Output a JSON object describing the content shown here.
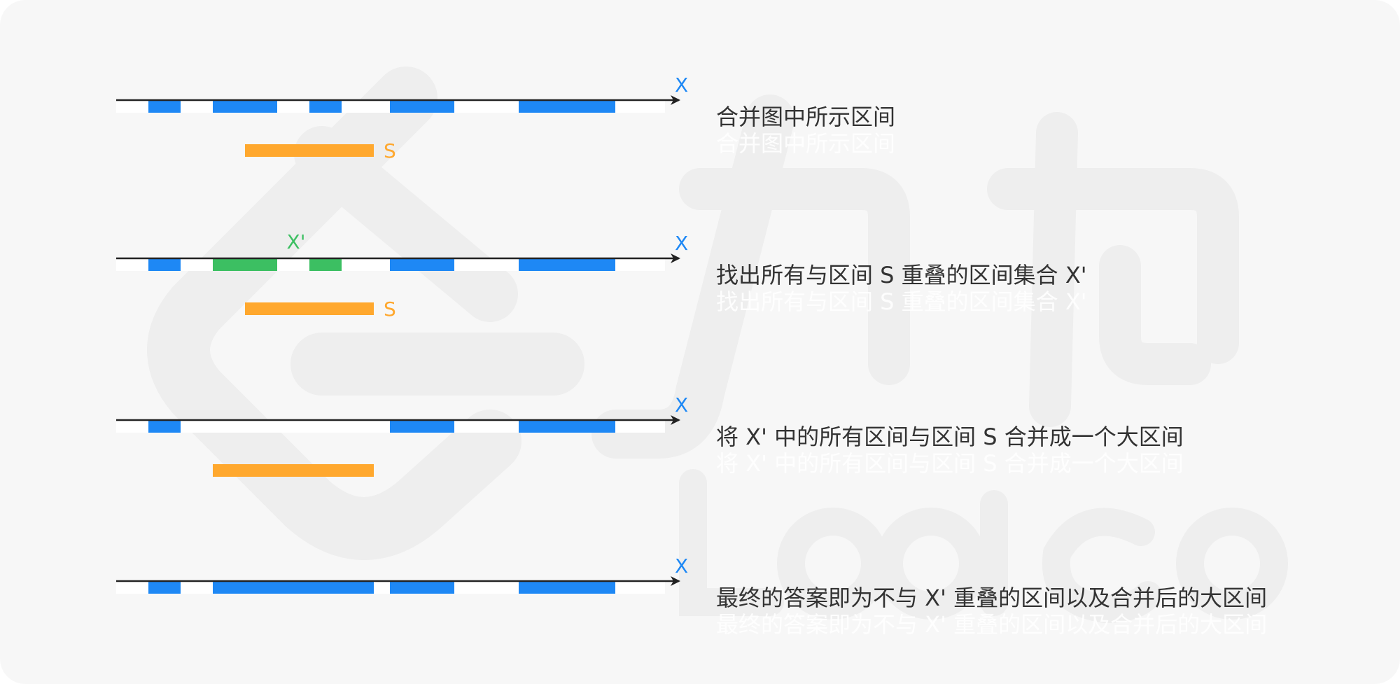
{
  "colors": {
    "background": "#f7f7f7",
    "axis": "#222222",
    "interval": "#1e88f5",
    "overlap": "#3cbf62",
    "s_interval": "#ffa82e",
    "caption": "#333333",
    "axis_label": "#1e88f5"
  },
  "watermark": {
    "icon": "leetcode-logo-icon",
    "text": "力扣 LeetCode"
  },
  "chart_data": {
    "type": "diagram",
    "x_range": [
      0,
      17
    ],
    "panels": [
      {
        "axis_label": "X",
        "caption": "合并图中所示区间",
        "intervals": [
          {
            "start": 1,
            "end": 2,
            "kind": "interval"
          },
          {
            "start": 3,
            "end": 5,
            "kind": "interval"
          },
          {
            "start": 6,
            "end": 7,
            "kind": "interval"
          },
          {
            "start": 8.5,
            "end": 10.5,
            "kind": "interval"
          },
          {
            "start": 12.5,
            "end": 15.5,
            "kind": "interval"
          }
        ],
        "s": {
          "start": 4,
          "end": 8,
          "label": "S"
        }
      },
      {
        "axis_label": "X",
        "caption": "找出所有与区间 S 重叠的区间集合 X'",
        "overlap_label": "X'",
        "intervals": [
          {
            "start": 1,
            "end": 2,
            "kind": "interval"
          },
          {
            "start": 3,
            "end": 5,
            "kind": "overlap"
          },
          {
            "start": 6,
            "end": 7,
            "kind": "overlap"
          },
          {
            "start": 8.5,
            "end": 10.5,
            "kind": "interval"
          },
          {
            "start": 12.5,
            "end": 15.5,
            "kind": "interval"
          }
        ],
        "s": {
          "start": 4,
          "end": 8,
          "label": "S"
        }
      },
      {
        "axis_label": "X",
        "caption": "将 X' 中的所有区间与区间 S 合并成一个大区间",
        "intervals": [
          {
            "start": 1,
            "end": 2,
            "kind": "interval"
          },
          {
            "start": 8.5,
            "end": 10.5,
            "kind": "interval"
          },
          {
            "start": 12.5,
            "end": 15.5,
            "kind": "interval"
          }
        ],
        "s": {
          "start": 3,
          "end": 8,
          "label": ""
        }
      },
      {
        "axis_label": "X",
        "caption": "最终的答案即为不与 X' 重叠的区间以及合并后的大区间",
        "intervals": [
          {
            "start": 1,
            "end": 2,
            "kind": "interval"
          },
          {
            "start": 3,
            "end": 8,
            "kind": "interval"
          },
          {
            "start": 8.5,
            "end": 10.5,
            "kind": "interval"
          },
          {
            "start": 12.5,
            "end": 15.5,
            "kind": "interval"
          }
        ]
      }
    ]
  }
}
